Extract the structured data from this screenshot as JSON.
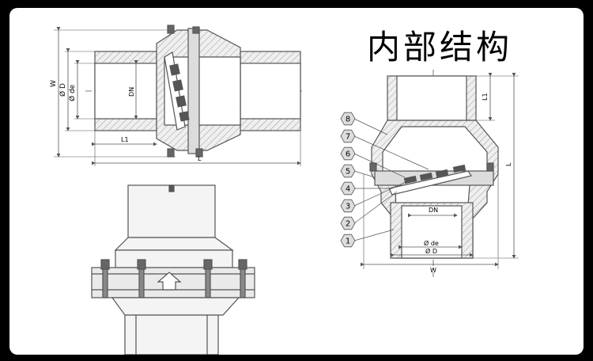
{
  "title": "内部结构",
  "front_view": {
    "labels": {
      "w": "W",
      "d": "Ø D",
      "de": "Ø de",
      "dn": "DN",
      "l1": "L1",
      "l": "L"
    }
  },
  "section_view": {
    "labels": {
      "l1": "L1",
      "l": "L",
      "dn": "DN",
      "de": "Ø de",
      "d": "Ø D",
      "w": "W"
    },
    "callouts": [
      "8",
      "7",
      "6",
      "5",
      "4",
      "3",
      "2",
      "1"
    ]
  },
  "colors": {
    "line": "#555555",
    "hatch_fill": "#e9e9e9",
    "body_fill": "#f2f2f2",
    "callout_fill": "#dddddd",
    "background": "#000000",
    "paper": "#ffffff"
  }
}
